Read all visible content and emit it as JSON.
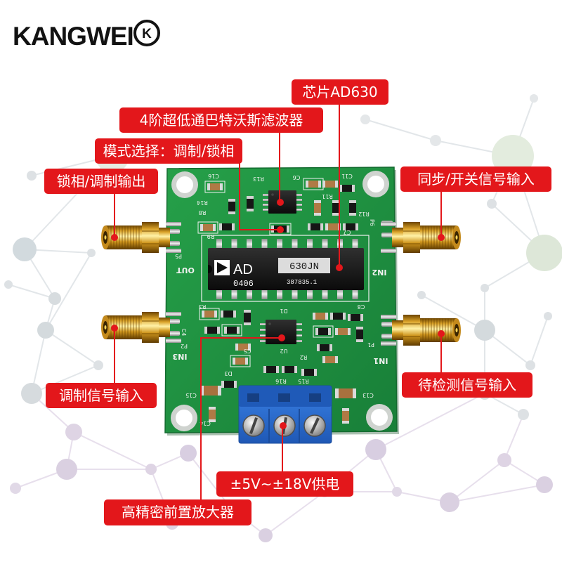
{
  "logo": {
    "text": "KANGWEI",
    "mark": "K"
  },
  "callouts": {
    "chip": "芯片AD630",
    "filter": "4阶超低通巴特沃斯滤波器",
    "mode": "模式选择：调制/锁相",
    "output": "锁相/调制输出",
    "sync_input": "同步/开关信号输入",
    "mod_input": "调制信号输入",
    "detect_input": "待检测信号输入",
    "power": "±5V~±18V供电",
    "preamp": "高精密前置放大器"
  },
  "chip_marking": {
    "brand": "AD",
    "part": "630JN",
    "date_code": "0406",
    "lot": "387835.1"
  },
  "silkscreen": {
    "labels": [
      "C16",
      "R13",
      "C6",
      "C11",
      "R14",
      "R8",
      "R11",
      "R12",
      "R9",
      "C7",
      "P6",
      "P5",
      "OUT",
      "IN2",
      "R3",
      "C4",
      "P2",
      "IN3",
      "D1",
      "C8",
      "P1",
      "IN1",
      "U2",
      "R2",
      "C5",
      "R15",
      "R16",
      "D3",
      "C15",
      "C13",
      "C14"
    ]
  },
  "colors": {
    "callout": "#e3171b",
    "pcb": "#1e8b3c",
    "terminal_block": "#2c6fd3",
    "connector": "#d4a017"
  }
}
